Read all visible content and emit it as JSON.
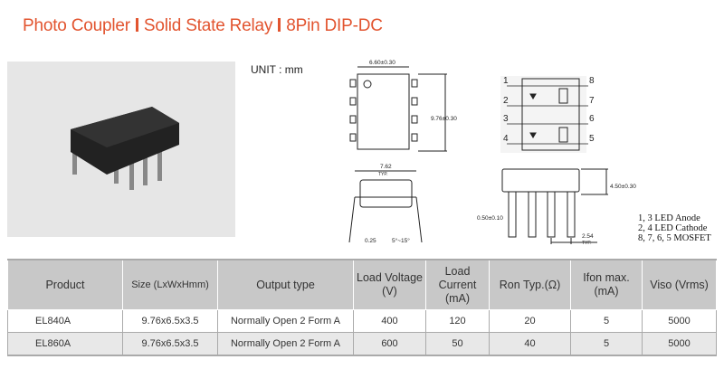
{
  "title": {
    "part1": "Photo Coupler",
    "part2": "Solid State Relay",
    "part3": "8Pin DIP-DC"
  },
  "unit": "UNIT : mm",
  "dims": {
    "width": "6.60±0.30",
    "length": "9.76±0.30",
    "pitch_row": "7.62",
    "typ": "TYP.",
    "height": "4.50±0.30",
    "lead": "0.50±0.10",
    "pitch": "2.54",
    "thick": "0.25",
    "angle": "5°~15°"
  },
  "pins": [
    "1",
    "2",
    "3",
    "4",
    "8",
    "7",
    "6",
    "5"
  ],
  "legend": [
    "1, 3 LED Anode",
    "2, 4 LED Cathode",
    "8, 7, 6, 5 MOSFET"
  ],
  "table": {
    "headers": [
      "Product",
      "Size (LxWxHmm)",
      "Output type",
      "Load Voltage (V)",
      "Load Current (mA)",
      "Ron Typ.(Ω)",
      "Ifon max. (mA)",
      "Viso (Vrms)"
    ],
    "rows": [
      [
        "EL840A",
        "9.76x6.5x3.5",
        "Normally Open 2 Form A",
        "400",
        "120",
        "20",
        "5",
        "5000"
      ],
      [
        "EL860A",
        "9.76x6.5x3.5",
        "Normally Open 2 Form A",
        "600",
        "50",
        "40",
        "5",
        "5000"
      ]
    ]
  }
}
